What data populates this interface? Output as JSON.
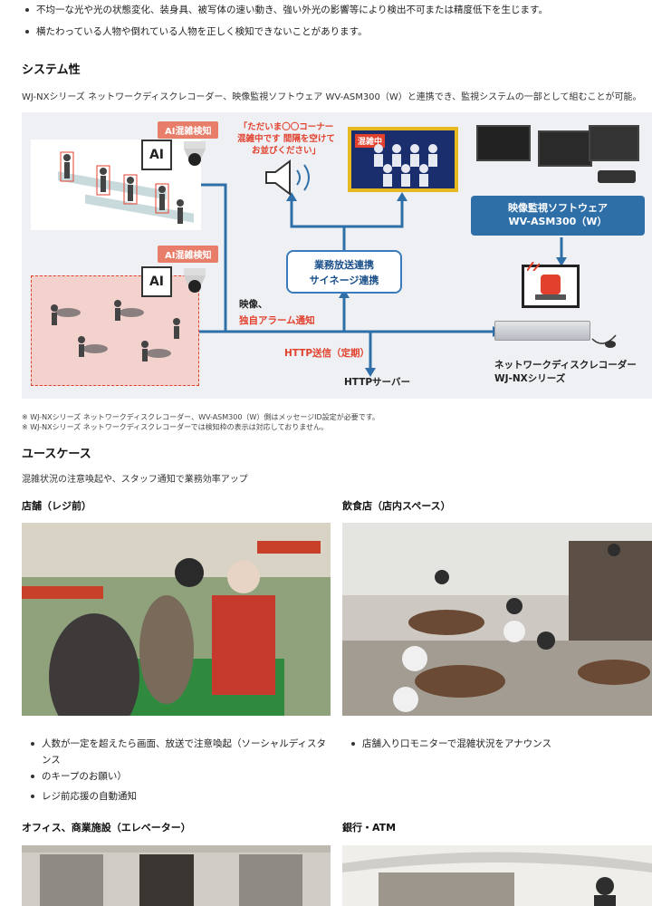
{
  "top_bullets": [
    "不均一な光や光の状態変化、装身具、被写体の速い動き、強い外光の影響等により検出不可または精度低下を生じます。",
    "横たわっている人物や倒れている人物を正しく検知できないことがあります。"
  ],
  "system": {
    "heading": "システム性",
    "desc": "WJ-NXシリーズ ネットワークディスクレコーダー、映像監視ソフトウェア WV-ASM300（W）と連携でき、監視システムの一部として組むことが可能。"
  },
  "diagram": {
    "tag_top": "AI混雑検知",
    "tag_bottom": "AI混雑検知",
    "ai_label_top": "AI",
    "ai_label_bottom": "AI",
    "announcement_line1": "「ただいま〇〇コーナー",
    "announcement_line2": "混雑中です 間隔を空けて",
    "announcement_line3": "お並びください」",
    "signage_label": "混雑中",
    "software_line1": "映像監視ソフトウェア",
    "software_line2": "WV-ASM300（W）",
    "broadcast_line1": "業務放送連携",
    "broadcast_line2": "サイネージ連携",
    "video_line1": "映像、",
    "video_line2": "独自アラーム通知",
    "http_send": "HTTP送信（定期）",
    "http_server": "HTTPサーバー",
    "recorder_line1": "ネットワークディスクレコーダー",
    "recorder_line2": "WJ-NXシリーズ",
    "colors": {
      "arrow": "#2e6fa8",
      "tag": "#e87d6a",
      "alert": "#e2412e",
      "signage_frame": "#e8b820"
    }
  },
  "notes": [
    "※ WJ-NXシリーズ ネットワークディスクレコーダー、WV-ASM300（W）側はメッセージID設定が必要です。",
    "※ WJ-NXシリーズ ネットワークディスクレコーダーでは検知枠の表示は対応しておりません。"
  ],
  "usecase": {
    "heading": "ユースケース",
    "desc": "混雑状況の注意喚起や、スタッフ通知で業務効率アップ",
    "cases": [
      {
        "title": "店舗（レジ前）",
        "bullets": [
          "人数が一定を超えたら画面、放送で注意喚起（ソーシャルディスタンス",
          "のキープのお願い）",
          "レジ前応援の自動通知"
        ]
      },
      {
        "title": "飲食店（店内スペース）",
        "bullets": [
          "店舗入り口モニターで混雑状況をアナウンス"
        ]
      },
      {
        "title": "オフィス、商業施設（エレベーター）",
        "bullets": []
      },
      {
        "title": "銀行・ATM",
        "bullets": []
      }
    ]
  }
}
